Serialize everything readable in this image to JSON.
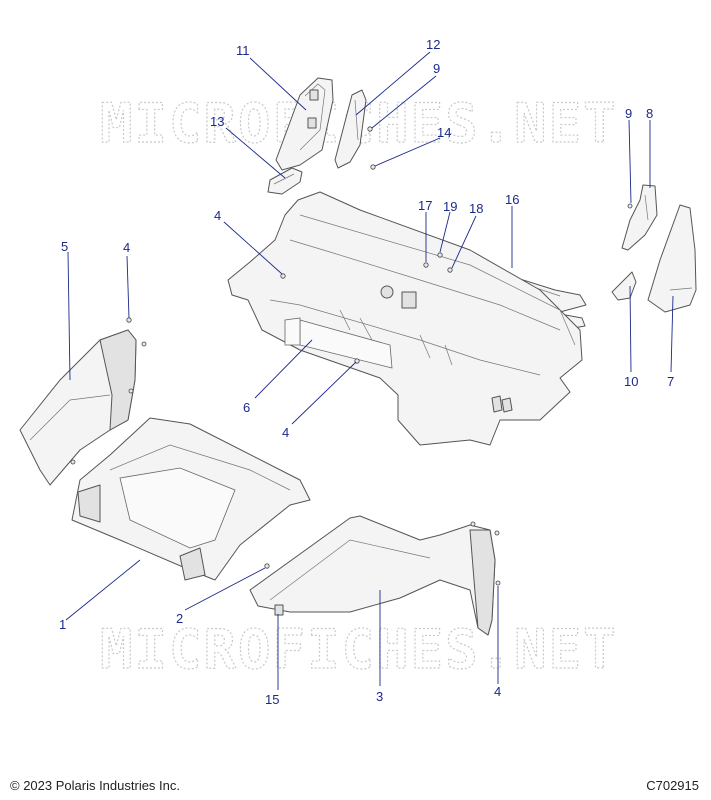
{
  "diagram": {
    "watermarks": [
      "MICROFICHES.NET",
      "MICROFICHES.NET"
    ],
    "callouts": [
      {
        "id": "c11-top",
        "label": "11"
      },
      {
        "id": "c12-top",
        "label": "12"
      },
      {
        "id": "c9-top",
        "label": "9"
      },
      {
        "id": "c13",
        "label": "13"
      },
      {
        "id": "c14",
        "label": "14"
      },
      {
        "id": "c9-right",
        "label": "9"
      },
      {
        "id": "c8",
        "label": "8"
      },
      {
        "id": "c4-upper",
        "label": "4"
      },
      {
        "id": "c17",
        "label": "17"
      },
      {
        "id": "c19",
        "label": "19"
      },
      {
        "id": "c18",
        "label": "18"
      },
      {
        "id": "c16",
        "label": "16"
      },
      {
        "id": "c5",
        "label": "5"
      },
      {
        "id": "c4-left",
        "label": "4"
      },
      {
        "id": "c6",
        "label": "6"
      },
      {
        "id": "c4-mid",
        "label": "4"
      },
      {
        "id": "c10",
        "label": "10"
      },
      {
        "id": "c7",
        "label": "7"
      },
      {
        "id": "c1",
        "label": "1"
      },
      {
        "id": "c2",
        "label": "2"
      },
      {
        "id": "c3",
        "label": "3"
      },
      {
        "id": "c15",
        "label": "15"
      },
      {
        "id": "c4-bottom",
        "label": "4"
      }
    ]
  },
  "footer": {
    "copyright": "© 2023 Polaris Industries Inc.",
    "figure_id": "C702915"
  },
  "colors": {
    "callout": "#1b2a8a",
    "part_outline": "#555555",
    "part_fill": "#f4f4f4",
    "watermark": "#c9c9c9"
  }
}
